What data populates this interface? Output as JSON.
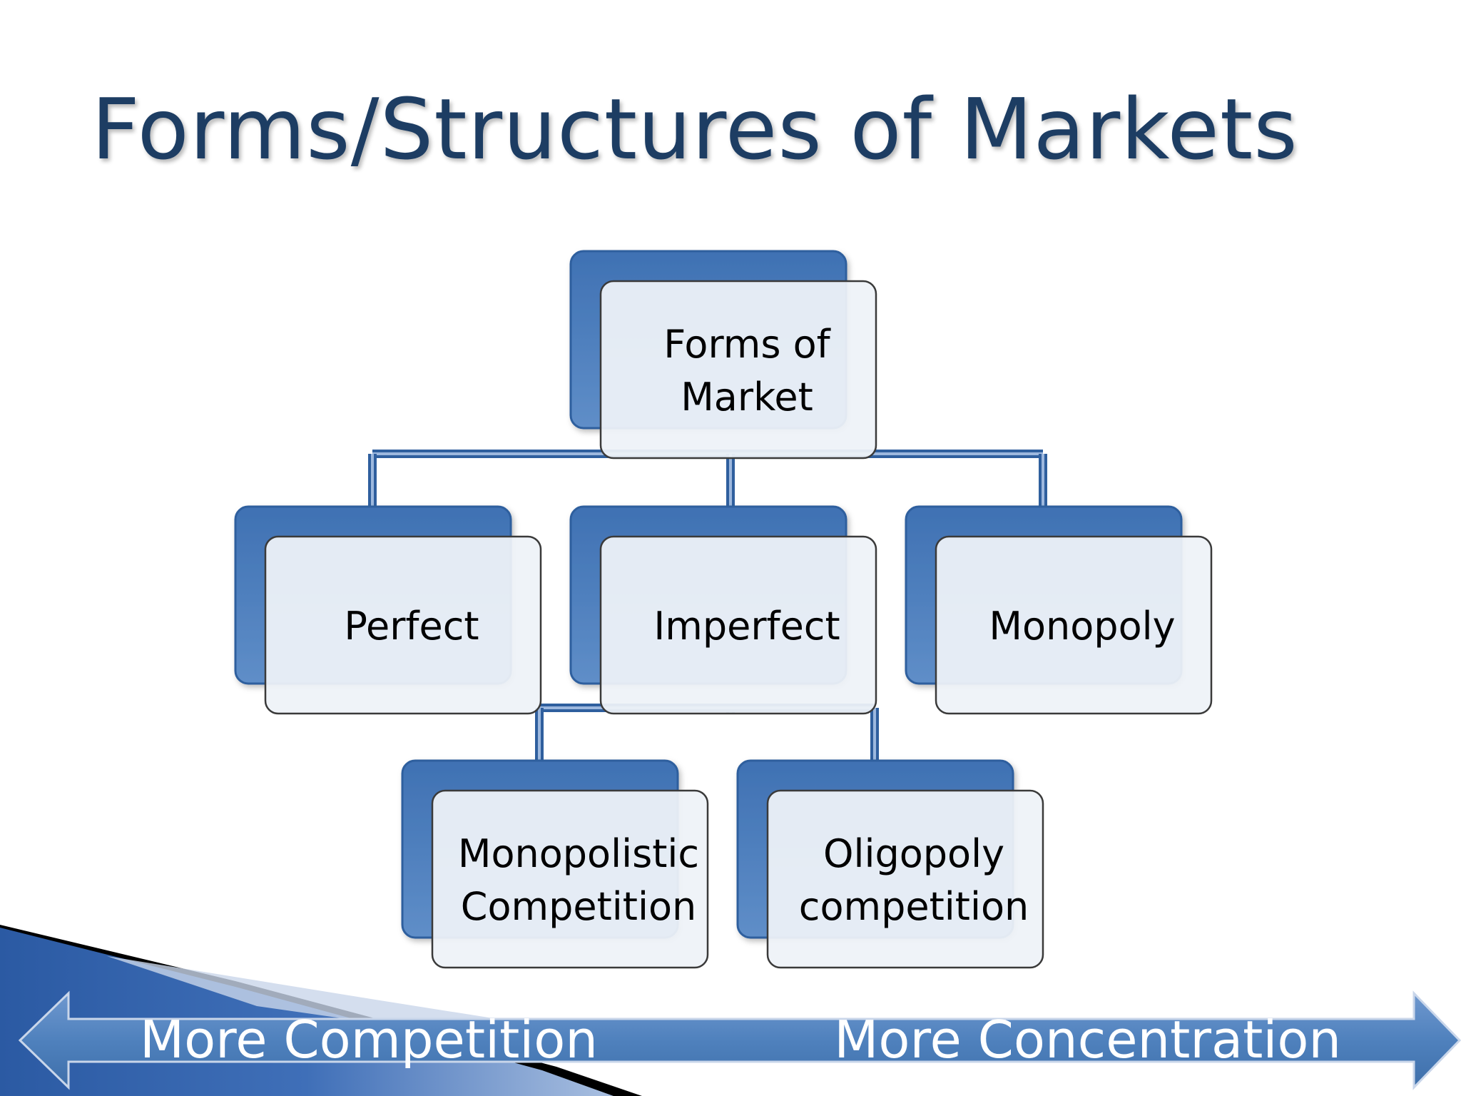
{
  "title": "Forms/Structures of Markets",
  "colors": {
    "title": "#1d3d63",
    "node_back": "#4f81bd",
    "node_front": "#eef2f8",
    "connector": "#4f81bd",
    "arrow": "#4f81bd"
  },
  "nodes": {
    "root": [
      "Forms of",
      "Market"
    ],
    "perfect": [
      "Perfect"
    ],
    "imperfect": [
      "Imperfect"
    ],
    "monopoly": [
      "Monopoly"
    ],
    "monopolistic": [
      "Monopolistic",
      "Competition"
    ],
    "oligopoly": [
      "Oligopoly",
      "competition"
    ]
  },
  "arrow": {
    "left_label": "More Competition",
    "right_label": "More  Concentration"
  }
}
